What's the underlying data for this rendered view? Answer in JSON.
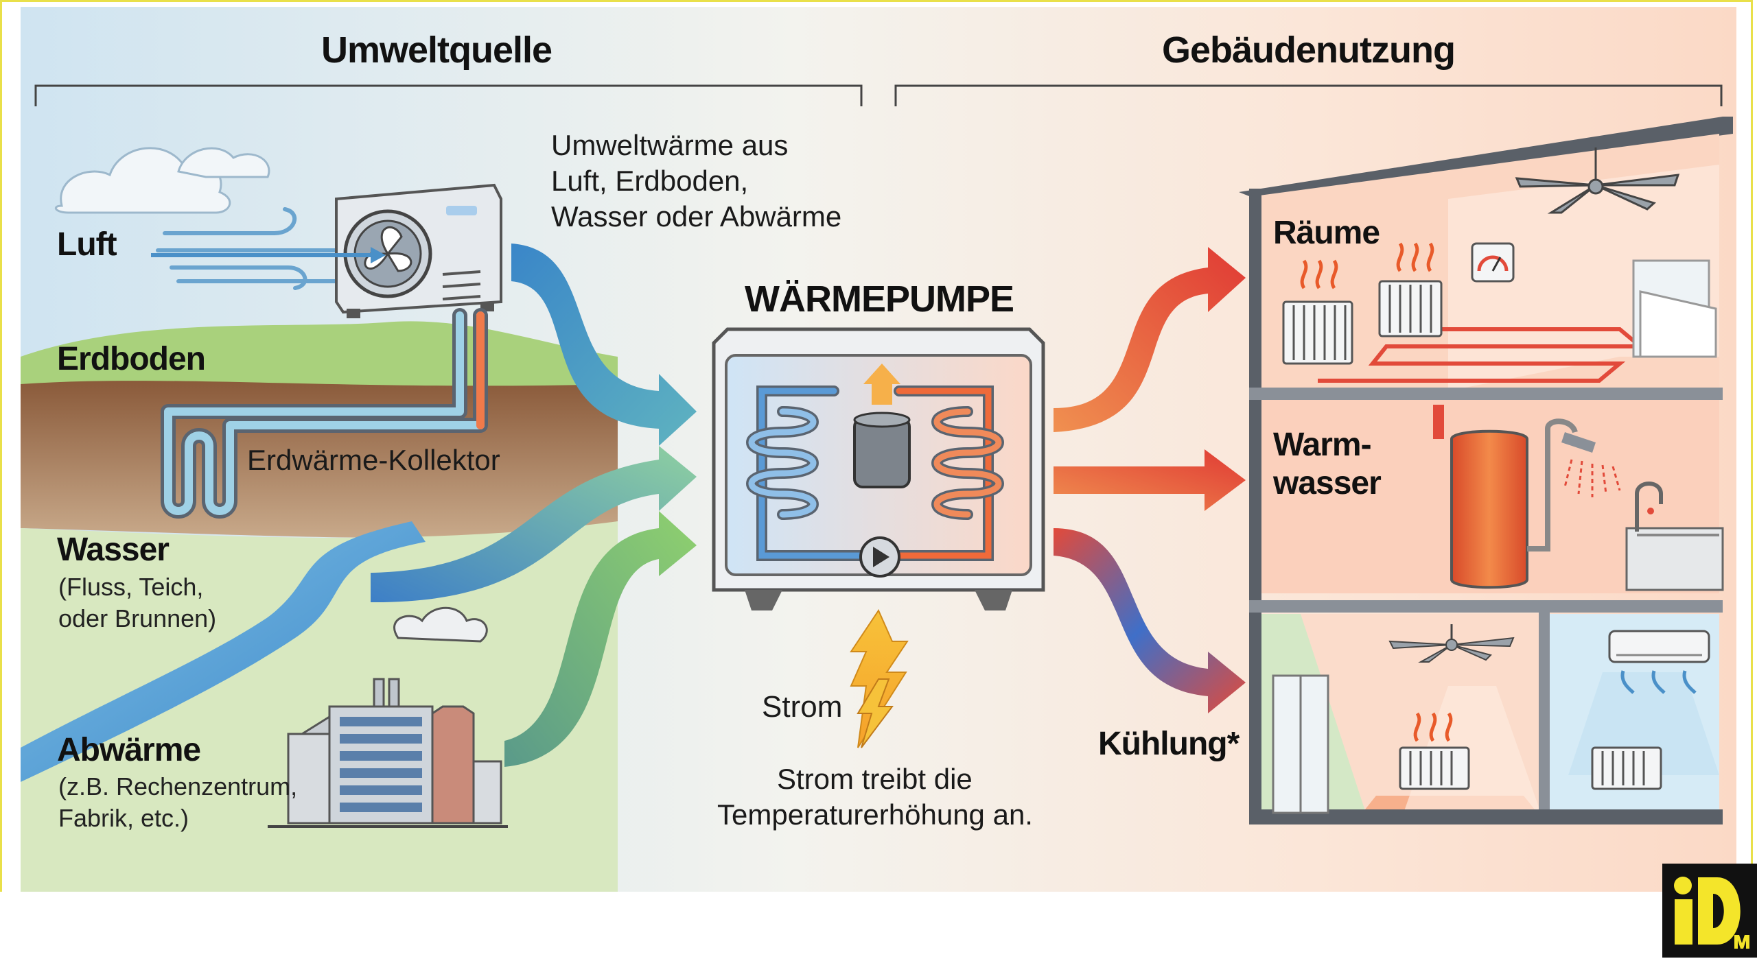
{
  "headers": {
    "left": "Umweltquelle",
    "right": "Gebäudenutzung"
  },
  "sources": {
    "air": "Luft",
    "ground": "Erdboden",
    "collector": "Erdwärme-Kollektor",
    "water": "Wasser",
    "water_sub": [
      "(Fluss, Teich,",
      "oder Brunnen)"
    ],
    "waste_heat": "Abwärme",
    "waste_heat_sub": [
      "(z.B. Rechenzentrum,",
      "Fabrik, etc.)"
    ]
  },
  "ambient_note": [
    "Umweltwärme aus",
    "Luft, Erdboden,",
    "Wasser oder Abwärme"
  ],
  "heat_pump": {
    "title": "WÄRMEPUMPE"
  },
  "power": {
    "label": "Strom",
    "note": [
      "Strom treibt die",
      "Temperaturerhöhung an."
    ]
  },
  "building": {
    "rooms": "Räume",
    "hot_water": [
      "Warm-",
      "wasser"
    ],
    "cooling": "Kühlung*"
  },
  "colors": {
    "cold": "#3a7fc4",
    "warm": "#e8452c",
    "green": "#7cbc5a",
    "frame": "#e9e04a",
    "logo_bg": "#111111",
    "logo_fg": "#f4e52a"
  },
  "icons": [
    "cloud-icon",
    "wind-icon",
    "outdoor-unit-icon",
    "factory-icon",
    "lightning-icon",
    "compressor-icon",
    "pump-icon",
    "radiator-icon",
    "ceiling-fan-icon",
    "thermostat-icon",
    "shower-icon",
    "faucet-icon",
    "air-conditioner-icon",
    "logo-icon"
  ]
}
